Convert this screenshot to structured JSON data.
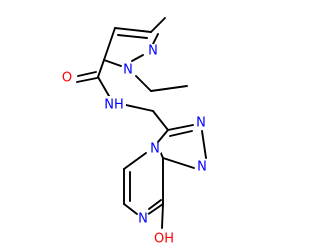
{
  "molecule": {
    "colors": {
      "carbon_bond": "#000000",
      "nitrogen": "#0000ff",
      "oxygen": "#ff0000"
    },
    "atoms": {
      "pyrazole_n2": {
        "label": "N",
        "element": "nitrogen"
      },
      "pyrazole_n1": {
        "label": "N",
        "element": "nitrogen"
      },
      "carbonyl_o": {
        "label": "O",
        "element": "oxygen"
      },
      "amide_nh": {
        "label": "NH",
        "element": "nitrogen"
      },
      "triazole_n1": {
        "label": "N",
        "element": "nitrogen"
      },
      "triazole_n2": {
        "label": "N",
        "element": "nitrogen"
      },
      "bridge_n": {
        "label": "N",
        "element": "nitrogen"
      },
      "pyrazine_n": {
        "label": "N",
        "element": "nitrogen"
      },
      "hydroxyl": {
        "label": "OH",
        "element": "oxygen"
      }
    }
  }
}
